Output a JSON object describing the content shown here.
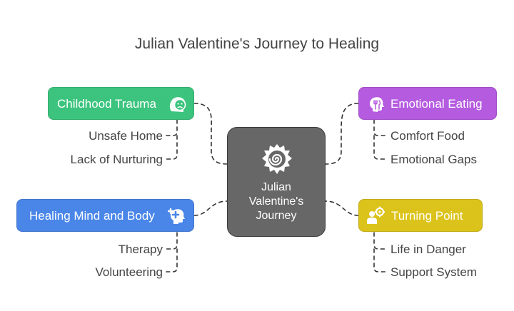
{
  "title": "Julian Valentine's Journey to Healing",
  "center": {
    "lines": [
      "Julian",
      "Valentine's",
      "Journey"
    ],
    "icon": "spiral-badge-icon",
    "color": "#676767"
  },
  "branches": [
    {
      "id": "childhood-trauma",
      "label": "Childhood Trauma",
      "icon": "sad-face-head-icon",
      "color": "#3cc47e",
      "items": [
        "Unsafe Home",
        "Lack of Nurturing"
      ]
    },
    {
      "id": "emotional-eating",
      "label": "Emotional Eating",
      "icon": "head-fork-knife-icon",
      "color": "#b55be0",
      "items": [
        "Comfort Food",
        "Emotional Gaps"
      ]
    },
    {
      "id": "healing-mind-and-body",
      "label": "Healing Mind and Body",
      "icon": "head-plus-icon",
      "color": "#4a86e8",
      "items": [
        "Therapy",
        "Volunteering"
      ]
    },
    {
      "id": "turning-point",
      "label": "Turning Point",
      "icon": "person-gear-icon",
      "color": "#dcc31b",
      "items": [
        "Life in Danger",
        "Support System"
      ]
    }
  ]
}
